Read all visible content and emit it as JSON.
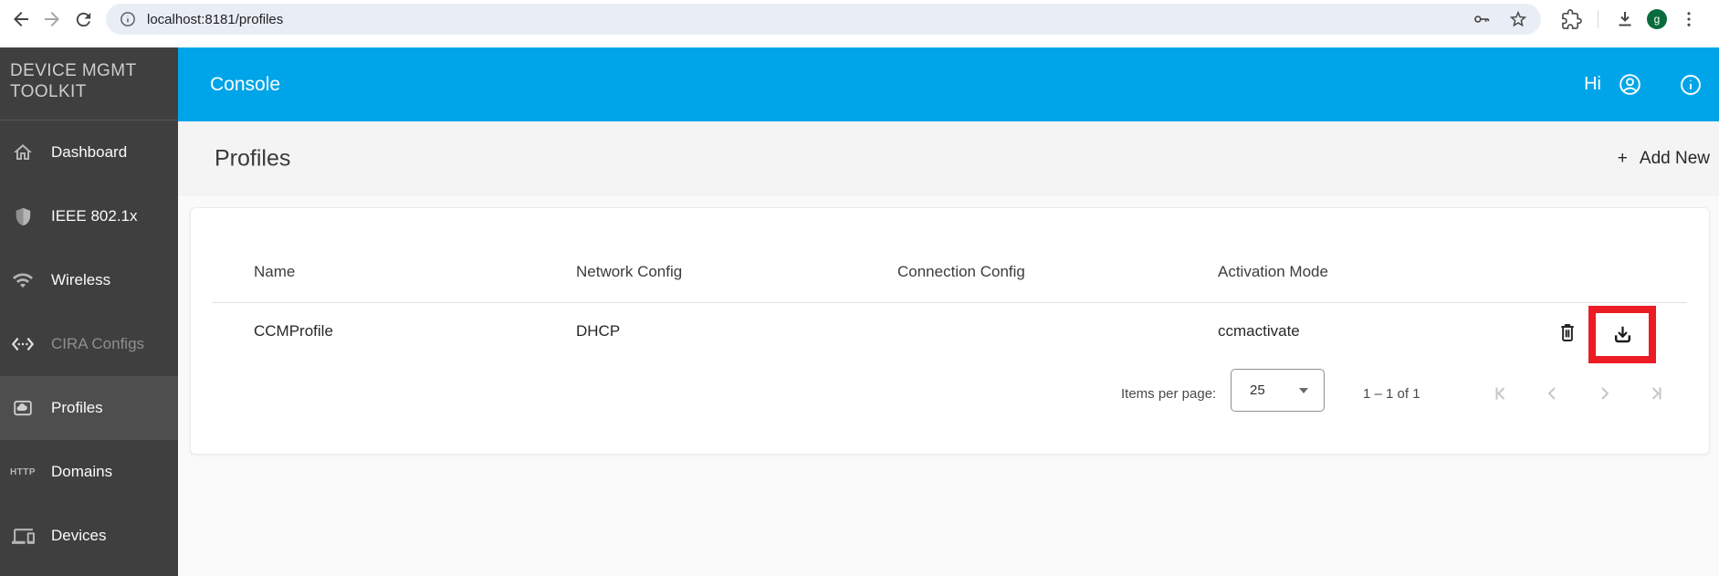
{
  "browser": {
    "url": "localhost:8181/profiles",
    "profile_initial": "g"
  },
  "appbar": {
    "title": "Console",
    "greeting": "Hi"
  },
  "sidebar": {
    "title_line1": "DEVICE MGMT",
    "title_line2": "TOOLKIT",
    "items": [
      {
        "label": "Dashboard",
        "icon": "home-icon",
        "state": "normal"
      },
      {
        "label": "IEEE 802.1x",
        "icon": "shield-icon",
        "state": "normal"
      },
      {
        "label": "Wireless",
        "icon": "wifi-icon",
        "state": "normal"
      },
      {
        "label": "CIRA Configs",
        "icon": "ethernet-code-icon",
        "state": "dimmed"
      },
      {
        "label": "Profiles",
        "icon": "cloud-profile-icon",
        "state": "selected"
      },
      {
        "label": "Domains",
        "icon": "http-icon",
        "icon_text": "HTTP",
        "state": "normal"
      },
      {
        "label": "Devices",
        "icon": "devices-icon",
        "state": "normal"
      }
    ]
  },
  "page": {
    "title": "Profiles",
    "plus": "+",
    "add_new": "Add New"
  },
  "table": {
    "columns": [
      "Name",
      "Network Config",
      "Connection Config",
      "Activation Mode"
    ],
    "row": {
      "name": "CCMProfile",
      "network_config": "DHCP",
      "connection_config": "",
      "activation_mode": "ccmactivate"
    }
  },
  "pagination": {
    "items_per_page_label": "Items per page:",
    "page_size": "25",
    "range": "1 – 1 of 1"
  },
  "colors": {
    "appbar_blue": "#00a5e9",
    "annotation_red": "#ec1c24",
    "avatar_green": "#0a6c3c",
    "sidebar_gray": "#3f3f3f"
  }
}
